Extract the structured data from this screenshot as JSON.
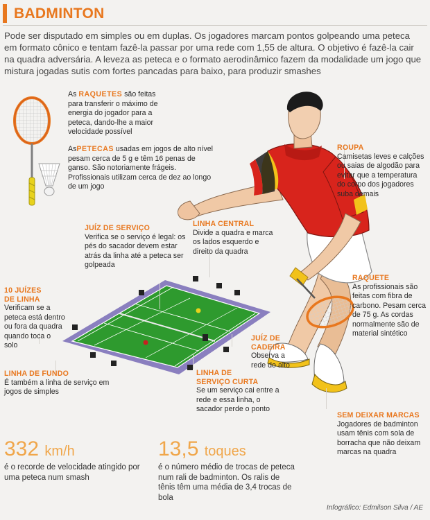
{
  "header": {
    "title": "BADMINTON"
  },
  "intro": "Pode ser disputado em simples ou em duplas. Os jogadores marcam pontos golpeando uma peteca em formato cônico e tentam fazê-la passar por uma rede com 1,55 de altura. O objetivo é fazê-la cair na quadra adversária. A leveza as peteca e o formato aerodinâmico fazem da modalidade um jogo que mistura jogadas sutis com fortes pancadas para baixo, para  produzir smashes",
  "raquetes": {
    "prefix": "As ",
    "keyword": "RAQUETES",
    "text": " são feitas para transferir o máximo de energia do jogador para a peteca, dando-lhe a maior velocidade possível"
  },
  "petecas": {
    "prefix": "As",
    "keyword": "PETECAS",
    "text": " usadas em jogos de alto nível pesam cerca de 5 g e têm 16 penas de ganso. São notoriamente frágeis. Profissionais utilizam cerca de dez ao longo de um jogo"
  },
  "juiz_servico": {
    "label": "JUÍZ DE SERVIÇO",
    "text": "Verifica se o serviço é legal: os pés do sacador devem estar atrás da linha até a peteca ser golpeada"
  },
  "linha_central": {
    "label": "LINHA CENTRAL",
    "text": "Divide a quadra e marca os lados esquerdo e direito da quadra"
  },
  "juizes_linha": {
    "label_line1": "10 JUÍZES",
    "label_line2": "DE LINHA",
    "text": "Verificam se a peteca está dentro ou fora da quadra quando toca o solo"
  },
  "linha_fundo": {
    "label": "LINHA DE FUNDO",
    "text": "É também a linha de serviço em jogos de simples"
  },
  "servico_curta": {
    "label_line1": "LINHA DE",
    "label_line2": "SERVIÇO CURTA",
    "text": "Se um serviço cai entre a rede e essa linha, o sacador perde o ponto"
  },
  "juiz_cadeira": {
    "label_line1": "JUÍZ DE",
    "label_line2": "CADEIRA",
    "text": "Observa a rede do alto"
  },
  "roupa": {
    "label": "ROUPA",
    "text": "Camisetas leves e calções ou saias de algodão para evitar que a temperatura do corpo dos jogadores suba demais"
  },
  "raquete": {
    "label": "RAQUETE",
    "text": "As profissionais são feitas com fibra de carbono. Pesam cerca de 75 g. As cordas normalmente são de material sintético"
  },
  "sem_marcas": {
    "label": "SEM DEIXAR MARCAS",
    "text": "Jogadores de badminton usam tênis com sola de borracha que não deixam marcas na quadra"
  },
  "stat_speed": {
    "number": "332",
    "unit": "km/h",
    "text": "é o recorde de velocidade atingido por uma peteca num smash"
  },
  "stat_toques": {
    "number": "13,5",
    "unit": "toques",
    "text": "é o número médio de trocas de peteca num rali de badminton. Os ralis de tênis têm uma média de 3,4 trocas de bola"
  },
  "credit": "Infográfico: Edmilson Silva / AE",
  "colors": {
    "accent": "#e8771e",
    "court_green": "#2e9a2e",
    "court_border": "#8a7fbf",
    "shirt_red": "#d8241c",
    "shirt_yellow": "#f2c21a"
  }
}
